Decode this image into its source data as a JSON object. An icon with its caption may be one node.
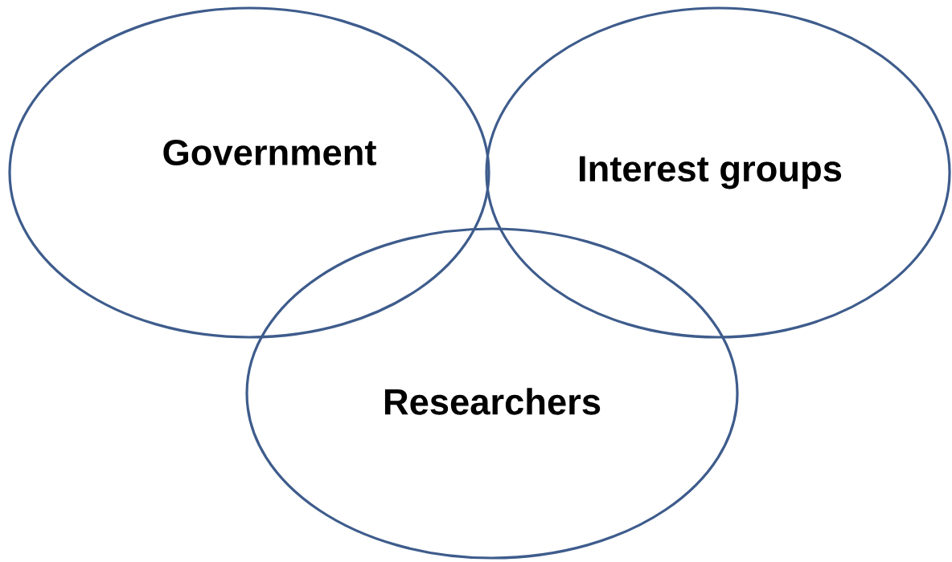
{
  "diagram": {
    "nodes": [
      {
        "text": [
          "Government"
        ]
      },
      {
        "text": [
          "Interest groups"
        ]
      },
      {
        "text": [
          "Researchers"
        ]
      }
    ]
  }
}
